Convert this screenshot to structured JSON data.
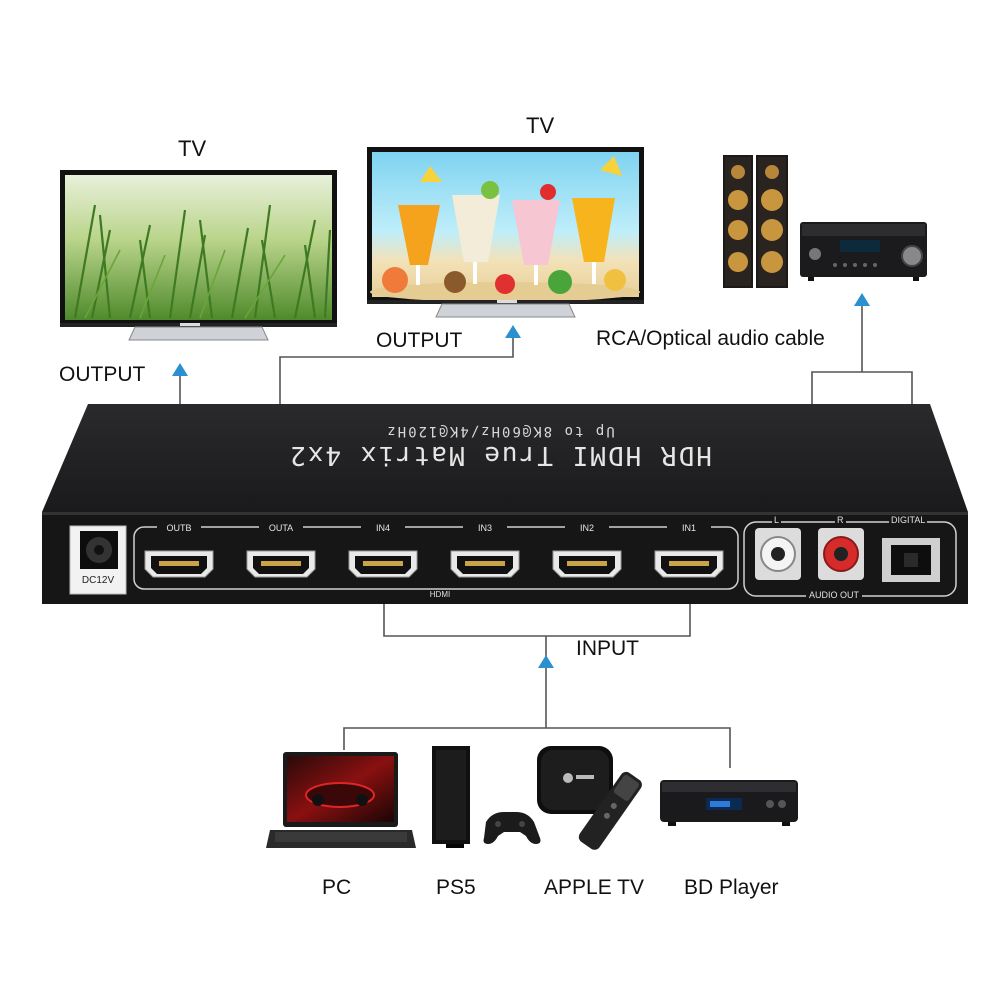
{
  "colors": {
    "arrow": "#2b8fd0",
    "line": "#555555",
    "device_body": "#1c1c1e",
    "device_face": "#141414",
    "port_gold": "#c9a24a"
  },
  "labels": {
    "tv_left": "TV",
    "tv_center": "TV",
    "output_left": "OUTPUT",
    "output_center": "OUTPUT",
    "audio_cable": "RCA/Optical audio cable",
    "input": "INPUT"
  },
  "device": {
    "title": "HDR HDMI True Matrix 4x2",
    "subtitle": "Up to 8K@60Hz/4K@120Hz",
    "power": "DC12V",
    "ports": [
      "OUTB",
      "OUTA",
      "IN4",
      "IN3",
      "IN2",
      "IN1"
    ],
    "hdmi_label": "HDMI",
    "audio_l": "L",
    "audio_r": "R",
    "digital": "DIGITAL",
    "audio_out": "AUDIO OUT"
  },
  "sources": [
    "PC",
    "PS5",
    "APPLE TV",
    "BD Player"
  ],
  "icons": [
    "tv-icon",
    "speaker-icon",
    "av-receiver-icon",
    "laptop-icon",
    "ps5-console-icon",
    "apple-tv-icon",
    "bd-player-icon",
    "hdmi-port-icon",
    "rca-jack-icon",
    "optical-port-icon",
    "dc-jack-icon"
  ]
}
